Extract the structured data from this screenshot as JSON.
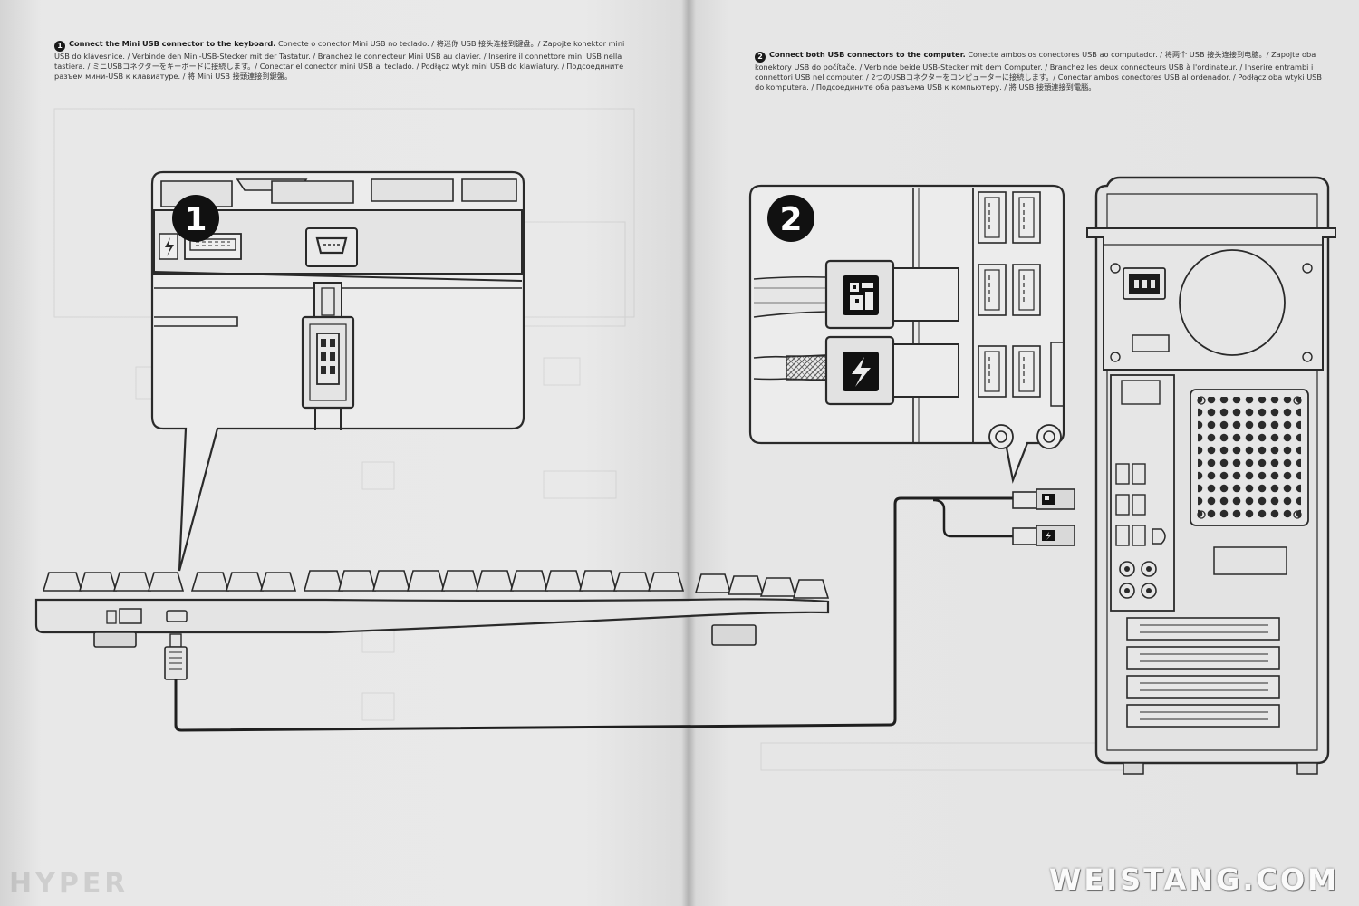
{
  "step1": {
    "number": "1",
    "lead": "Connect the Mini USB connector to the keyboard.",
    "translations": "Conecte o conector Mini USB no teclado. / 将迷你 USB 接头连接到键盘。/ Zapojte konektor mini USB do klávesnice. / Verbinde den Mini-USB-Stecker mit der Tastatur. / Branchez le connecteur Mini USB au clavier. / Inserire il connettore mini USB nella tastiera. / ミニUSBコネクターをキーボードに接続します。/ Conectar el conector mini USB al teclado. / Podłącz wtyk mini USB do klawiatury. / Подсоедините разъем мини-USB к клавиатуре. / 將 Mini USB 接頭連接到鍵盤。",
    "badge": "1",
    "icon": "usb-mini-connector-icon"
  },
  "step2": {
    "number": "2",
    "lead": "Connect both USB connectors to the computer.",
    "translations": "Conecte ambos os conectores USB ao computador. / 将两个 USB 接头连接到电脑。/ Zapojte oba konektory USB do počítače. / Verbinde beide USB-Stecker mit dem Computer. / Branchez les deux connecteurs USB à l'ordinateur. / Inserire entrambi i connettori USB nel computer. / 2つのUSBコネクターをコンピューターに接続します。/ Conectar ambos conectores USB al ordenador. / Podłącz oba wtyki USB do komputera. / Подсоедините оба разъема USB к компьютеру. / 將 USB 接頭連接到電腦。",
    "badge": "2",
    "icons": [
      "keyboard-data-plug-icon",
      "power-bolt-plug-icon"
    ]
  },
  "footer": {
    "watermark": "WEISTANG.COM",
    "brand_mark": "HYPER"
  },
  "colors": {
    "page": "#e6e6e6",
    "ink": "#1a1a1a",
    "line": "#2a2a2a"
  }
}
